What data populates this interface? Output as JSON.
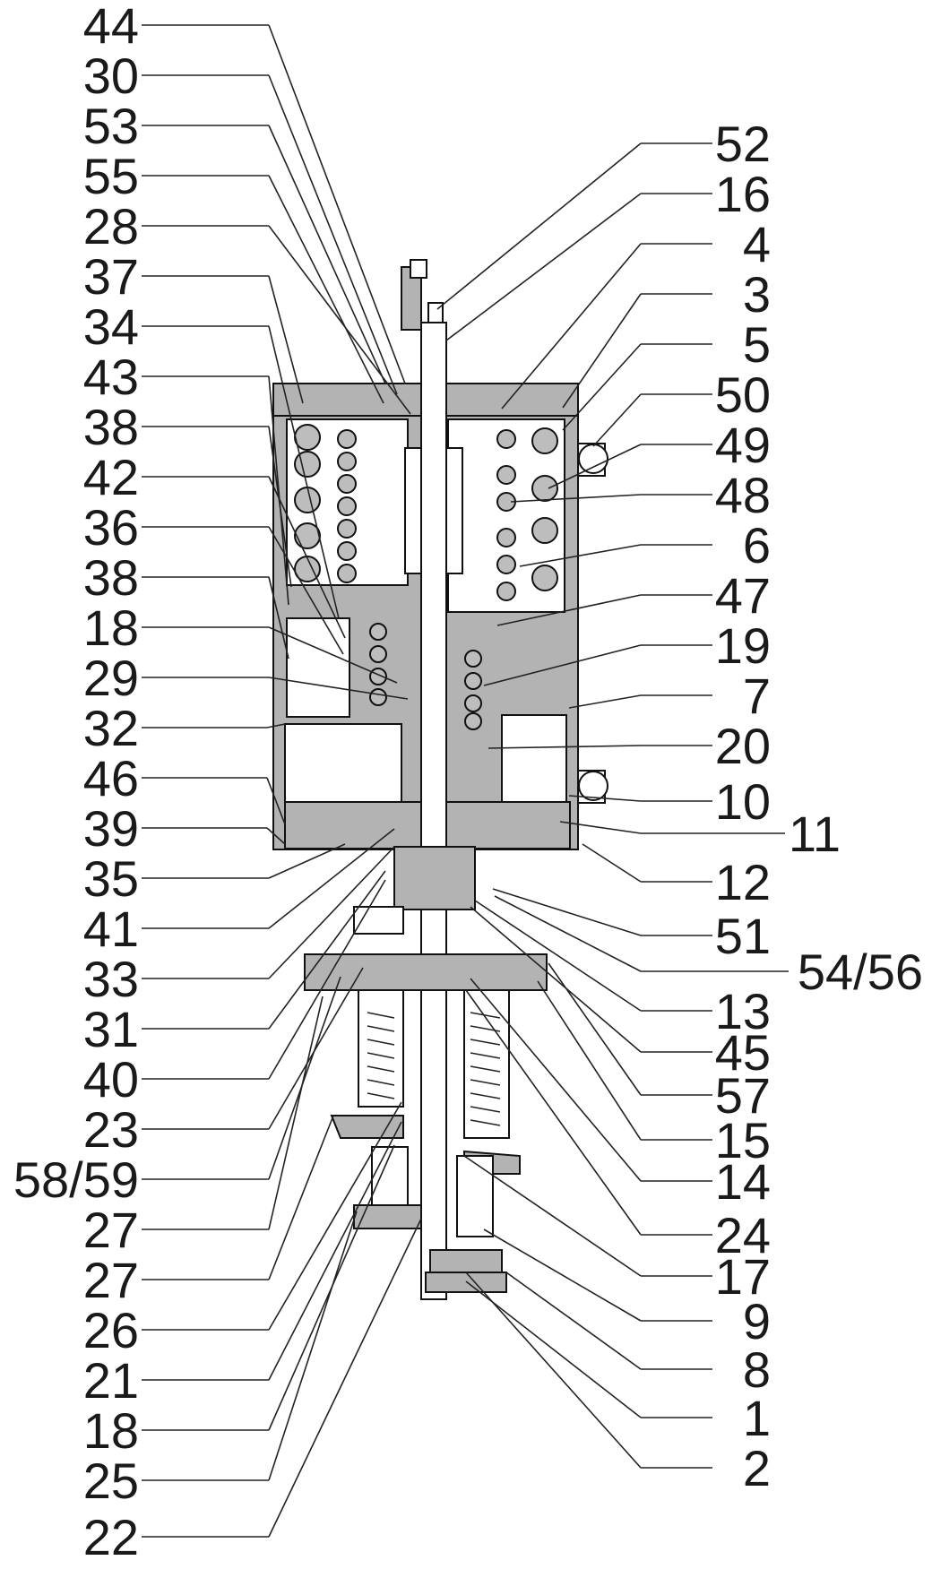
{
  "left_labels": [
    "44",
    "30",
    "53",
    "55",
    "28",
    "37",
    "34",
    "43",
    "38",
    "42",
    "36",
    "38",
    "18",
    "29",
    "32",
    "46",
    "39",
    "35",
    "41",
    "33",
    "31",
    "40",
    "23",
    "58/59",
    "27",
    "27",
    "26",
    "21",
    "18",
    "25",
    "22"
  ],
  "right_labels": [
    "52",
    "16",
    "4",
    "3",
    "5",
    "50",
    "49",
    "48",
    "6",
    "47",
    "19",
    "7",
    "20",
    "10",
    "11",
    "12",
    "51",
    "54/56",
    "13",
    "45",
    "57",
    "15",
    "14",
    "24",
    "17",
    "9",
    "8",
    "1",
    "2"
  ],
  "colors": {
    "ink": "#111111",
    "fill": "#b3b3b3",
    "light_fill": "#d0d0d0"
  }
}
